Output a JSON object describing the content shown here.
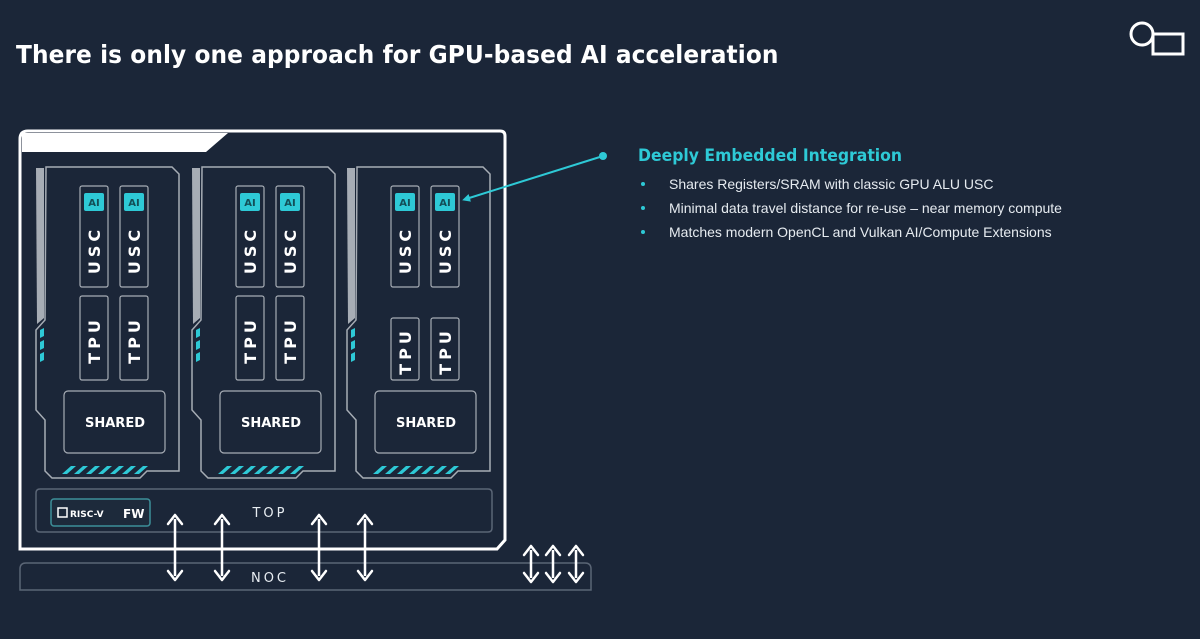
{
  "slide": {
    "title": "There is only one approach for GPU-based AI acceleration",
    "logo_icon": "circle-square-logo-icon"
  },
  "callout": {
    "heading": "Deeply Embedded Integration",
    "bullets": [
      "Shares Registers/SRAM with classic GPU ALU USC",
      "Minimal data travel distance for re-use – near memory compute",
      "Matches modern OpenCL and Vulkan AI/Compute Extensions"
    ]
  },
  "diagram": {
    "clusters": [
      {
        "usc": [
          "USC",
          "USC"
        ],
        "ai": [
          "AI",
          "AI"
        ],
        "tpu": [
          "TPU",
          "TPU"
        ],
        "shared": "SHARED"
      },
      {
        "usc": [
          "USC",
          "USC"
        ],
        "ai": [
          "AI",
          "AI"
        ],
        "tpu": [
          "TPU",
          "TPU"
        ],
        "shared": "SHARED"
      },
      {
        "usc": [
          "USC",
          "USC"
        ],
        "ai": [
          "AI",
          "AI"
        ],
        "tpu": [
          "TPU",
          "TPU"
        ],
        "shared": "SHARED"
      }
    ],
    "top_label": "TOP",
    "noc_label": "NOC",
    "fw_logo": "RISC-V",
    "fw_label": "FW",
    "bidirectional_arrows_count": 7
  },
  "colors": {
    "background": "#1b2638",
    "accent": "#2ec9d6",
    "outline": "#ffffff",
    "gray": "#a7adb5"
  }
}
